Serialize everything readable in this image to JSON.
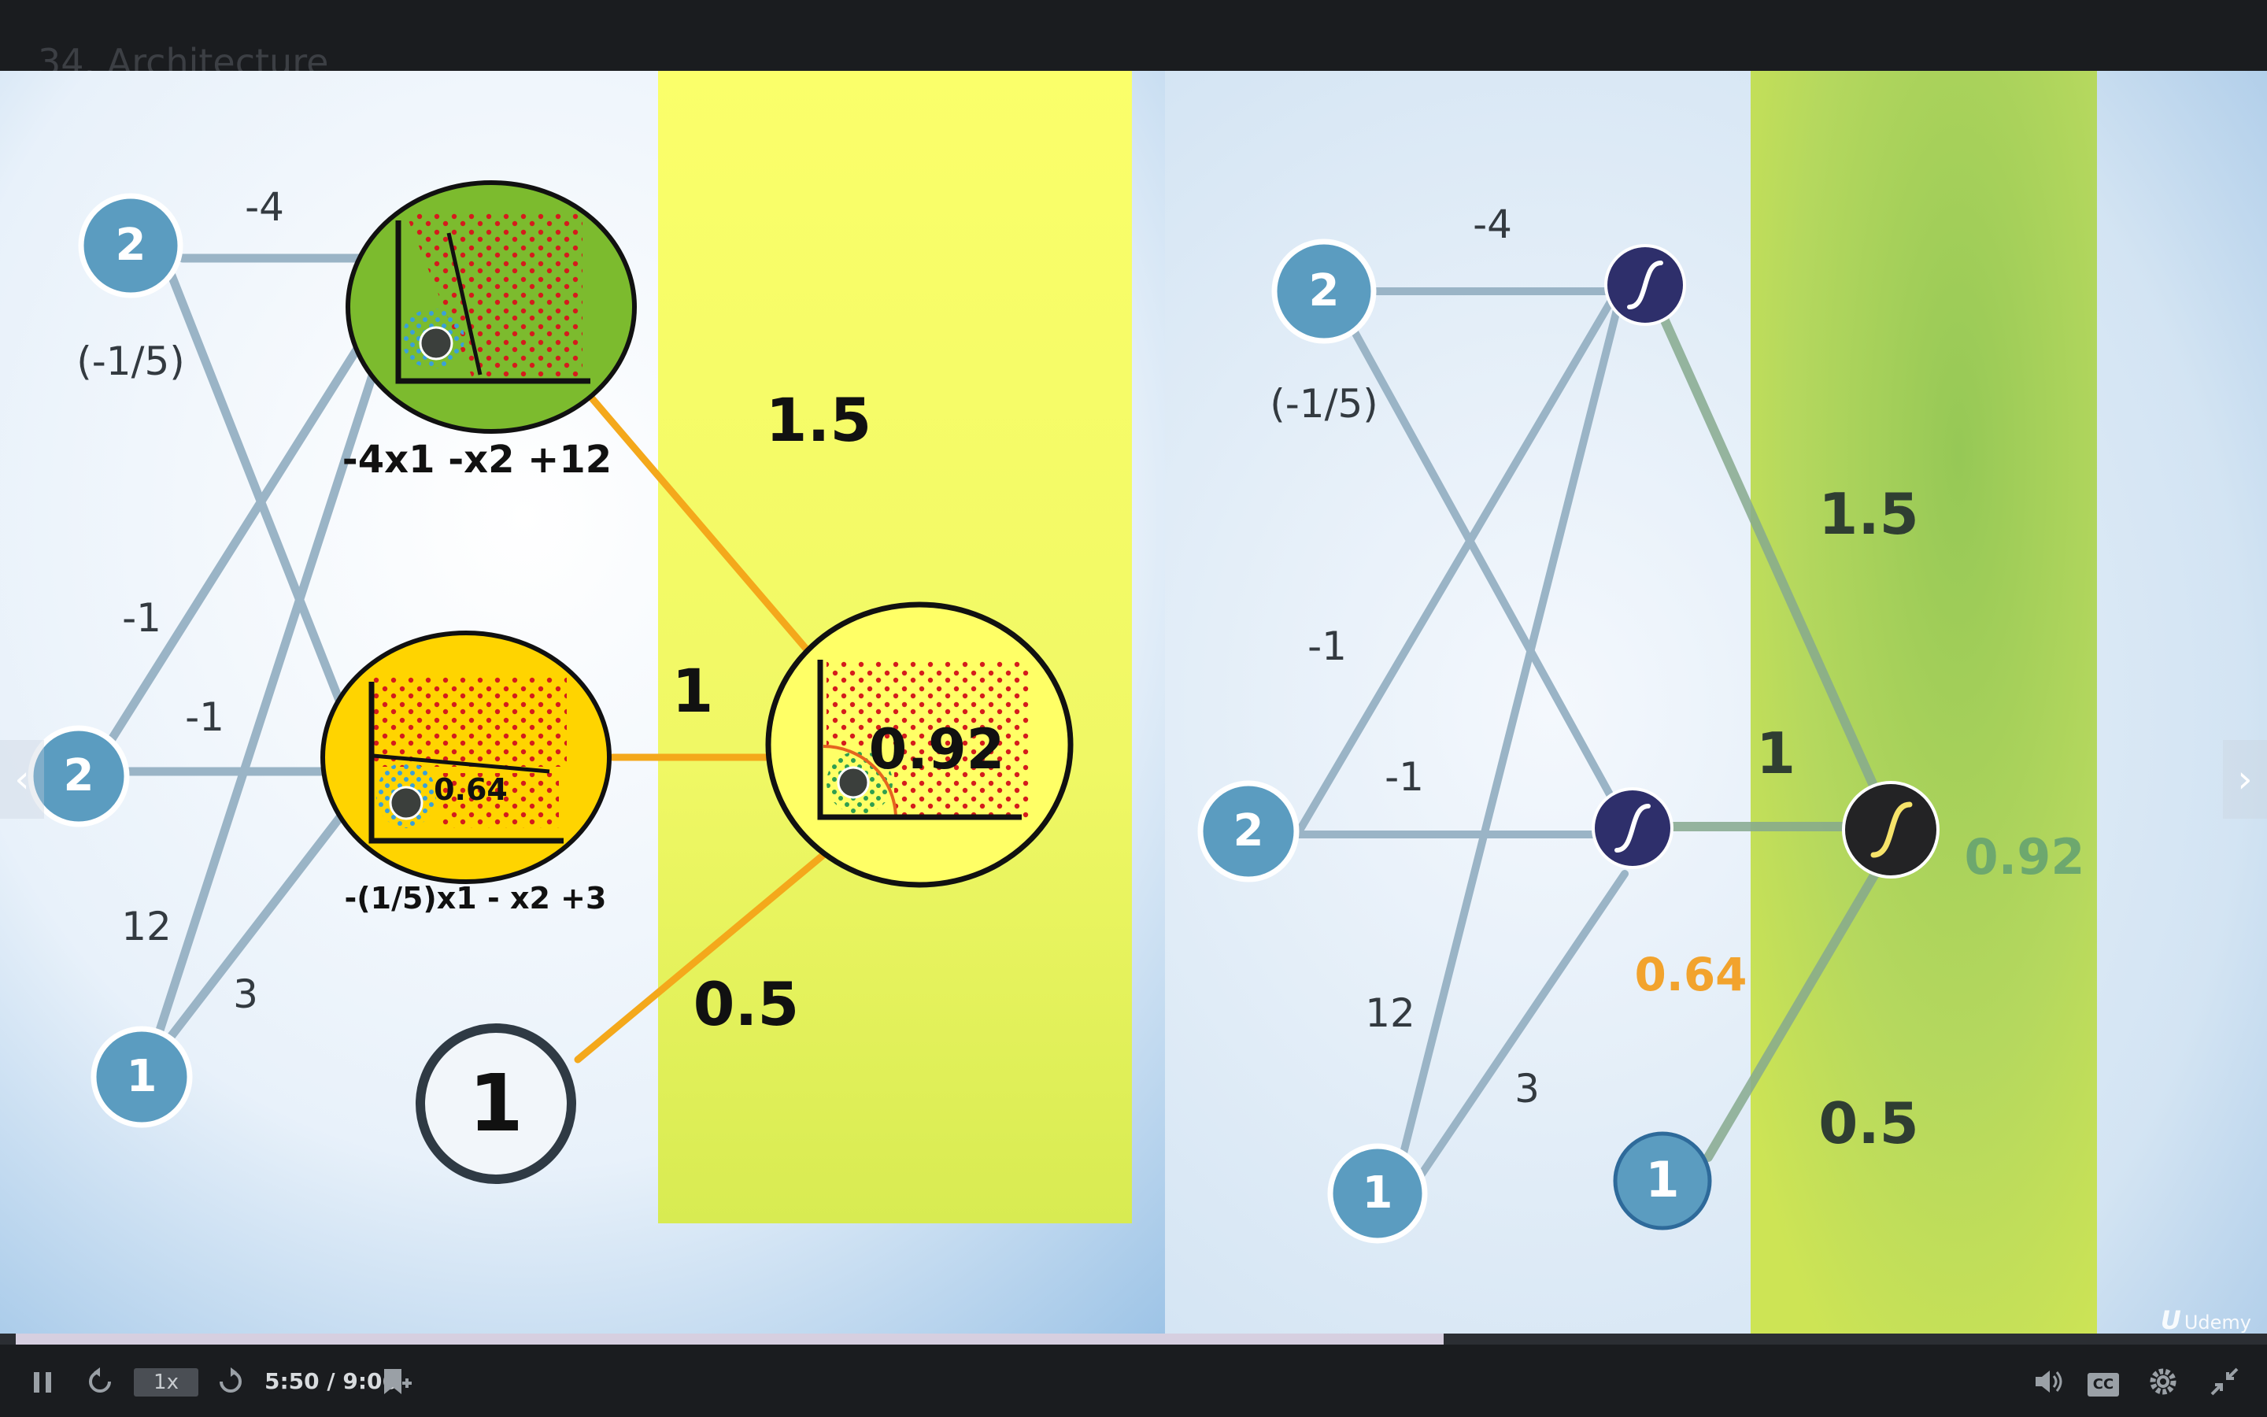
{
  "lecture": {
    "title": "34. Architecture"
  },
  "player": {
    "speed_label": "1x",
    "time_display": "5:50 / 9:06",
    "progress_fraction": 0.63,
    "icons": [
      "pause-icon",
      "rewind-icon",
      "forward-icon",
      "bookmark-add-icon",
      "volume-icon",
      "captions-icon",
      "settings-icon",
      "fullscreen-exit-icon"
    ],
    "cc_label": "CC"
  },
  "brand": {
    "mark": "U",
    "name": "Udemy"
  },
  "navigation": {
    "prev_glyph": "‹",
    "next_glyph": "›"
  },
  "colors": {
    "node_blue": "#5b9cc0",
    "edge_gray": "#9ab4c6",
    "highlight_yellow": "#ffff66",
    "perceptron_green": "#7cbb2e",
    "perceptron_yellow": "#ffd400",
    "edge_orange": "#f4a81b",
    "sigmoid_dark": "#2e2f6b",
    "output_green": "#6da86e",
    "value_orange": "#f2a32d"
  },
  "left_diagram": {
    "inputs": [
      "2",
      "2",
      "1"
    ],
    "bias": "1",
    "weights": {
      "w_top_top": "-4",
      "w_top_bottom": "(-1/5)",
      "w_mid_top": "-1",
      "w_mid_bottom": "-1",
      "w_bias_top": "12",
      "w_bias_bottom": "3"
    },
    "perceptron_top_label": "-4x1 -x2 +12",
    "perceptron_bottom_label": "-(1/5)x1 - x2 +3",
    "perceptron_bottom_value": "0.64",
    "output_value": "0.92",
    "output_weights": {
      "top": "1.5",
      "middle": "1",
      "bias": "0.5"
    }
  },
  "right_diagram": {
    "inputs": [
      "2",
      "2",
      "1"
    ],
    "bias": "1",
    "weights": {
      "w_top_top": "-4",
      "w_top_bottom": "(-1/5)",
      "w_mid_top": "-1",
      "w_mid_bottom": "-1",
      "w_bias_top": "12",
      "w_bias_bottom": "3"
    },
    "hidden_value": "0.64",
    "output_value": "0.92",
    "output_weights": {
      "top": "1.5",
      "middle": "1",
      "bias": "0.5"
    }
  }
}
